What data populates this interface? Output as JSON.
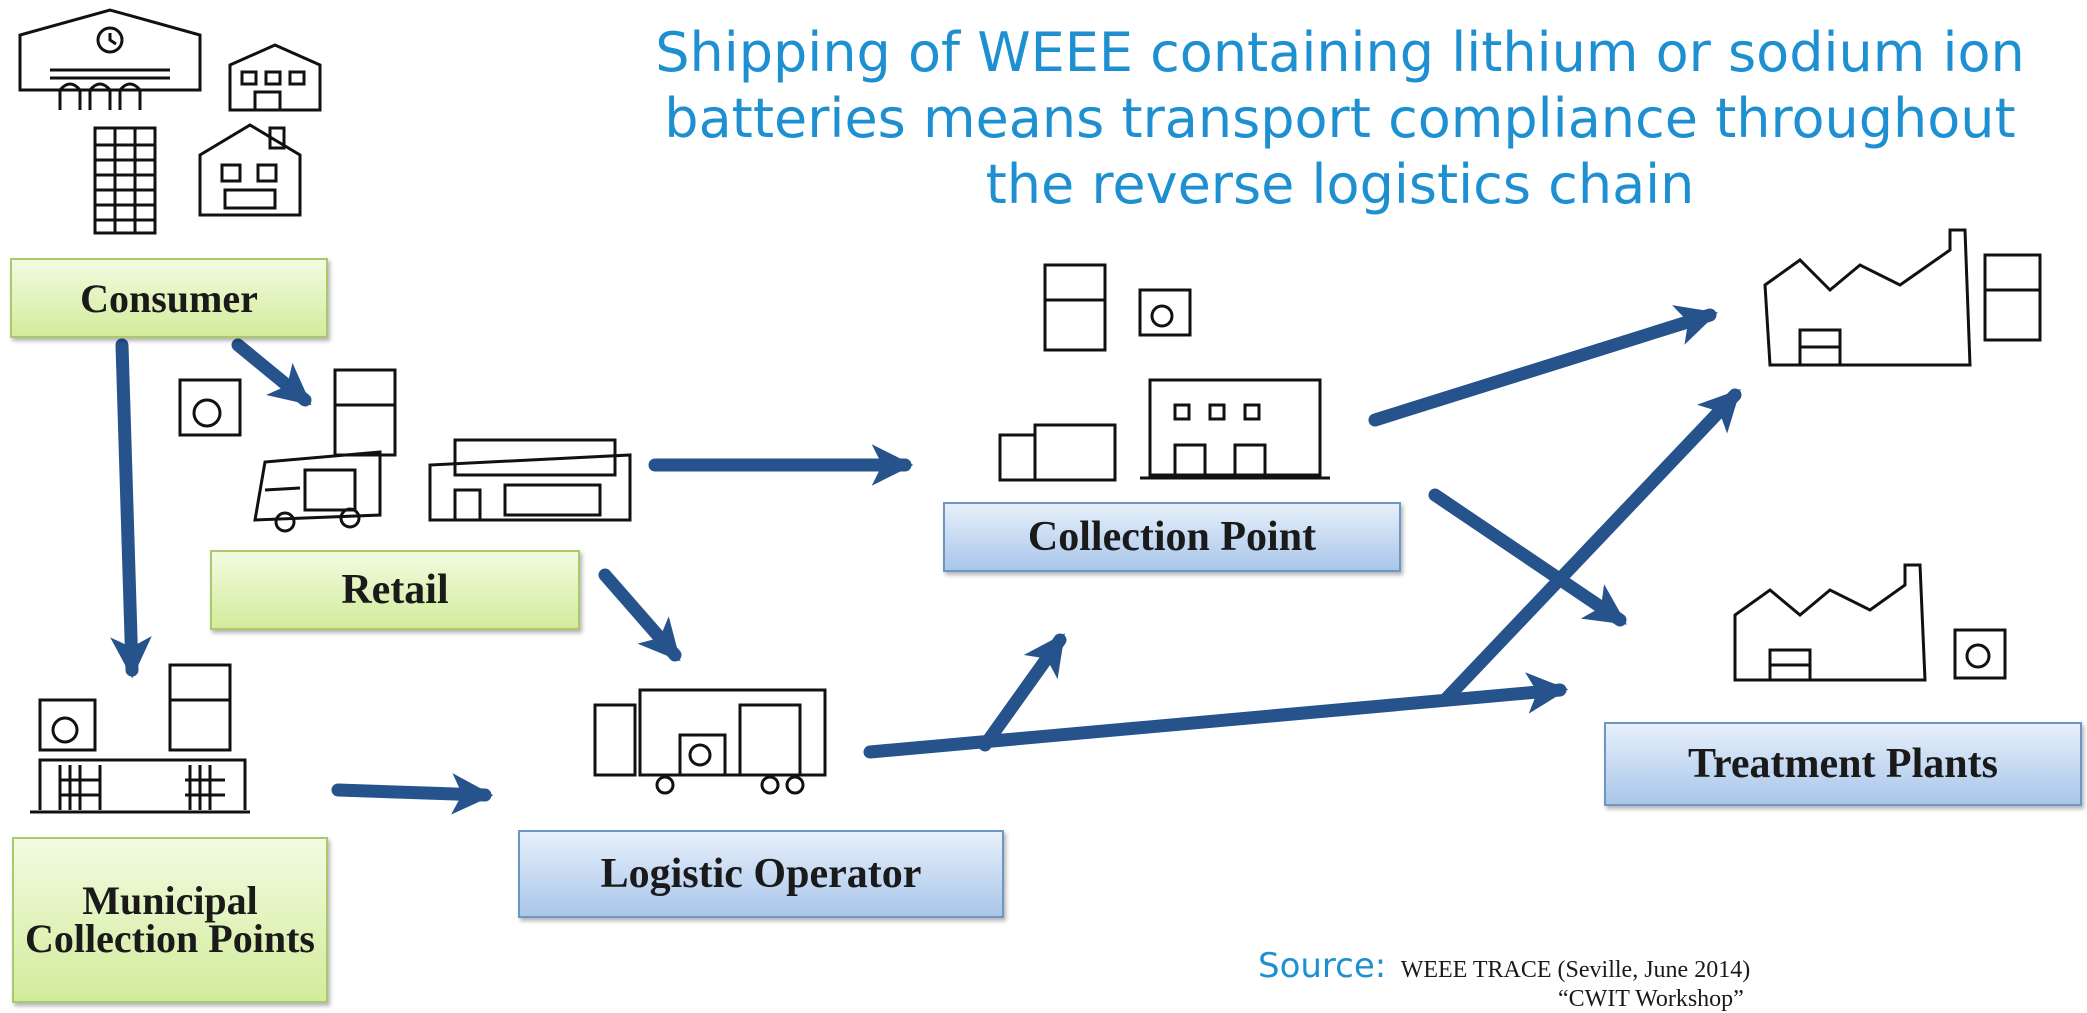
{
  "title": {
    "line1": "Shipping of WEEE containing lithium or sodium ion",
    "line2": "batteries means transport compliance throughout",
    "line3": "the reverse logistics chain"
  },
  "nodes": {
    "consumer": "Consumer",
    "retail": "Retail",
    "municipal": "Municipal Collection Points",
    "collection_point": "Collection Point",
    "logistic_operator": "Logistic Operator",
    "treatment_plants": "Treatment Plants"
  },
  "source": {
    "label": "Source:",
    "text": "WEEE TRACE (Seville, June 2014)",
    "text2": "“CWIT Workshop”"
  },
  "colors": {
    "arrow": "#26538c",
    "title": "#1e90d2",
    "green_box": "#d2ec9b",
    "blue_box": "#a9c6ea"
  }
}
